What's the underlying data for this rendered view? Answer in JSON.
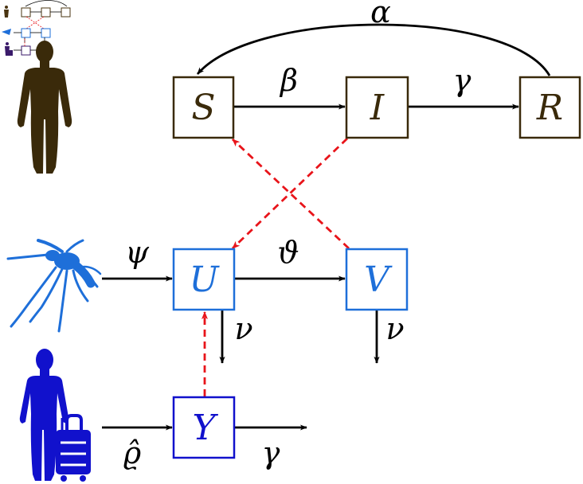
{
  "colors": {
    "human": "#3a2a0a",
    "mosquito": "#1e6fd9",
    "traveler": "#1111cc",
    "arrow": "#000000",
    "infection": "#e8141a"
  },
  "nodes": {
    "S": "S",
    "I": "I",
    "R": "R",
    "U": "U",
    "V": "V",
    "Y": "Y"
  },
  "edges": {
    "alpha": "α",
    "beta": "β",
    "gamma_human": "γ",
    "psi": "ψ",
    "theta": "ϑ",
    "nu_u": "ν",
    "nu_v": "ν",
    "rho": "ϱ̂",
    "gamma_traveler": "γ"
  },
  "icons": {
    "thumbnail": "model-thumbnail-icon",
    "human": "human-silhouette-icon",
    "mosquito": "mosquito-icon",
    "traveler": "traveler-with-suitcase-icon"
  }
}
